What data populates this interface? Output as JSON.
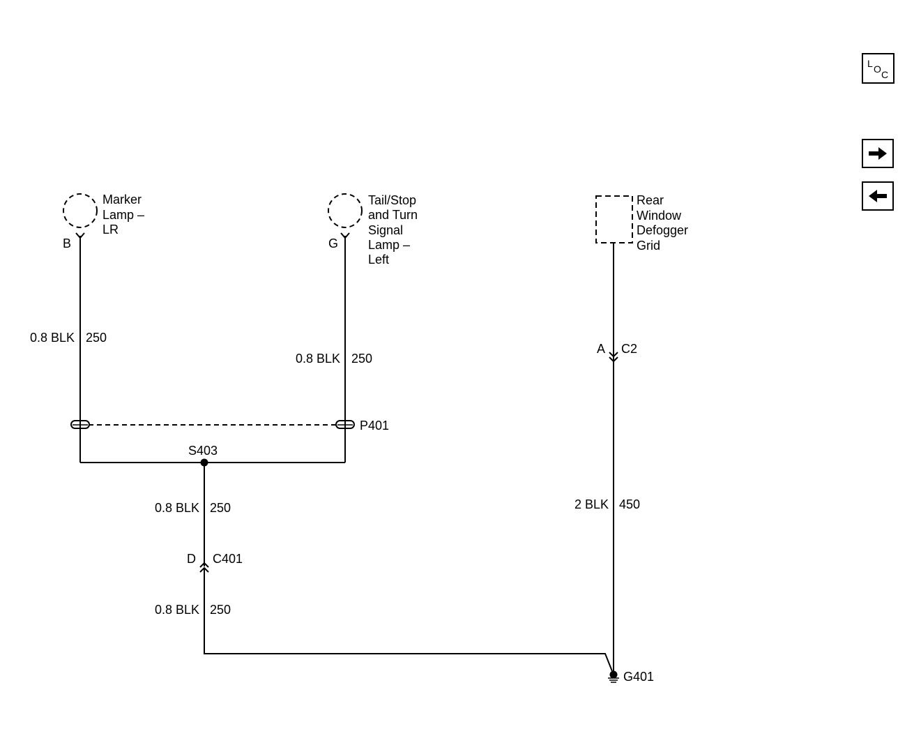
{
  "components": {
    "marker_lamp": {
      "name_lines": [
        "Marker",
        "Lamp –",
        "LR"
      ],
      "pin": "B"
    },
    "tail_lamp": {
      "name_lines": [
        "Tail/Stop",
        "and Turn",
        "Signal",
        "Lamp –",
        "Left"
      ],
      "pin": "G"
    },
    "defogger": {
      "name_lines": [
        "Rear",
        "Window",
        "Defogger",
        "Grid"
      ]
    }
  },
  "wires": {
    "marker": {
      "gauge_color": "0.8 BLK",
      "circuit": "250"
    },
    "tail": {
      "gauge_color": "0.8 BLK",
      "circuit": "250"
    },
    "splice_out": {
      "gauge_color": "0.8 BLK",
      "circuit": "250"
    },
    "to_ground": {
      "gauge_color": "0.8 BLK",
      "circuit": "250"
    },
    "defogger": {
      "gauge_color": "2 BLK",
      "circuit": "450"
    }
  },
  "connectors": {
    "p401": "P401",
    "s403": "S403",
    "c401": {
      "pin": "D",
      "name": "C401"
    },
    "c2": {
      "pin": "A",
      "name": "C2"
    },
    "g401": "G401"
  },
  "nav": {
    "loc_letters": [
      "L",
      "O",
      "C"
    ],
    "next_icon": "arrow-right-icon",
    "prev_icon": "arrow-left-icon"
  }
}
